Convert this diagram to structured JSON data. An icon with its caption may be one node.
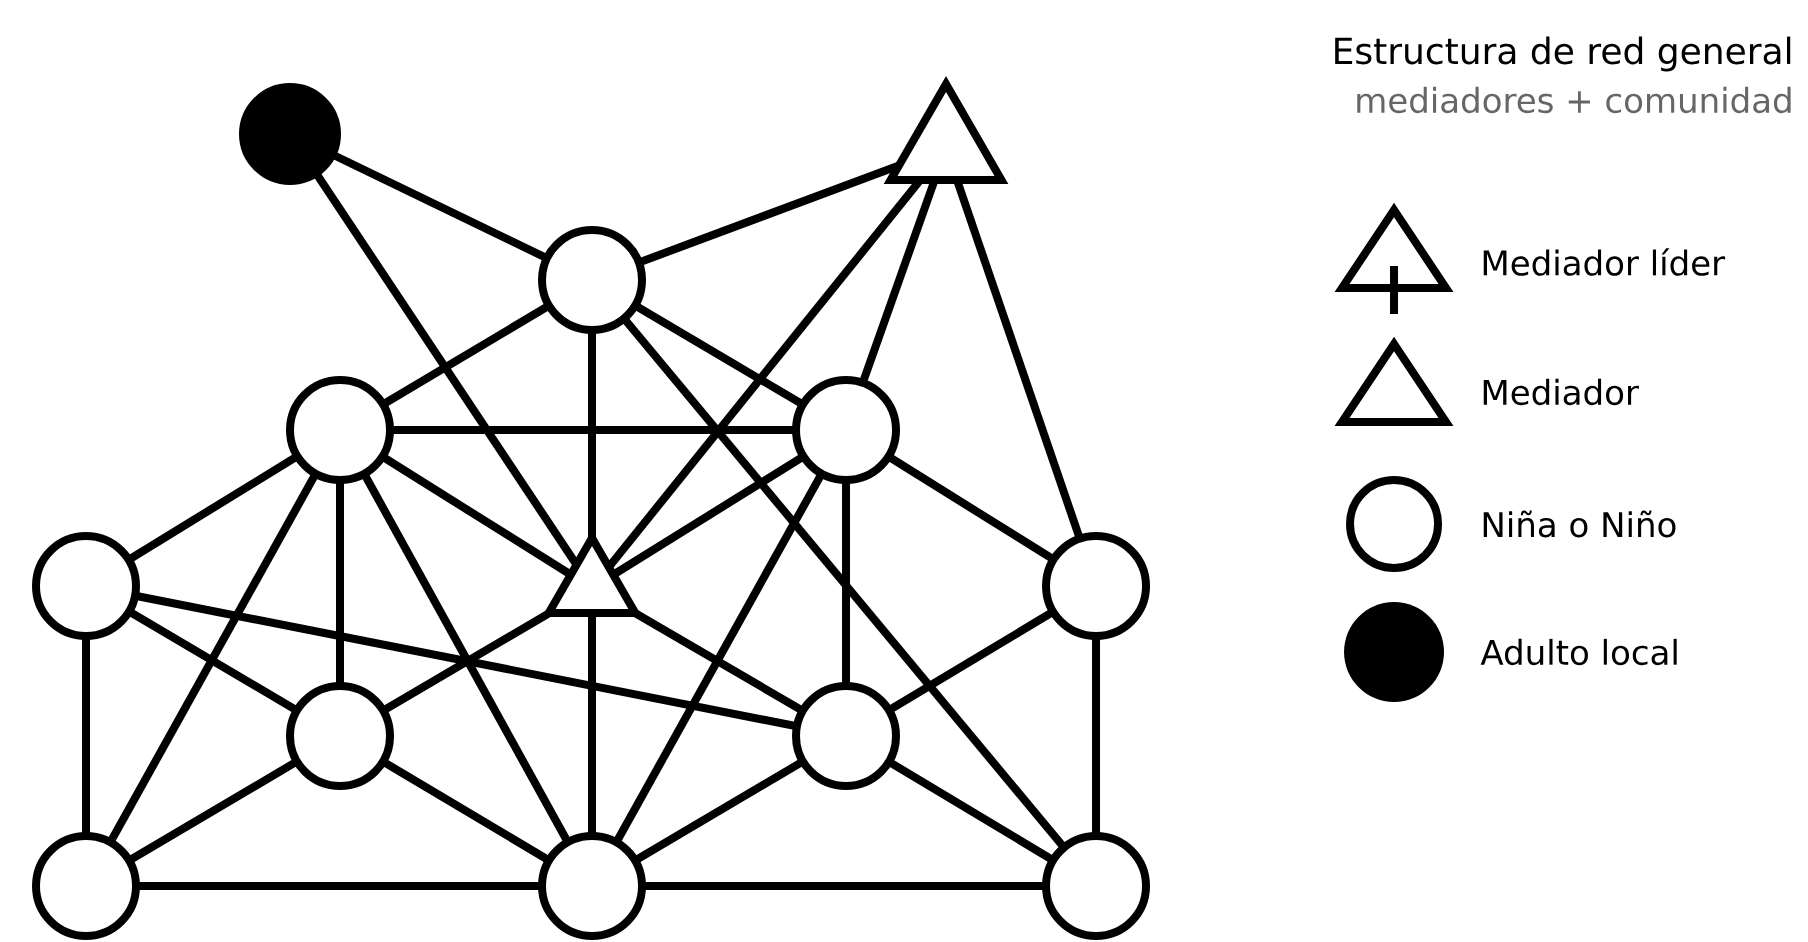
{
  "diagram": {
    "title": "Estructura de red general",
    "nodes": [
      {
        "text": [],
        "shape": "dot"
      },
      {
        "text": [],
        "shape": "triangle"
      },
      {
        "text": [],
        "shape": "circle"
      },
      {
        "text": [],
        "shape": "circle"
      },
      {
        "text": [],
        "shape": "circle"
      },
      {
        "text": [],
        "shape": "triangle"
      },
      {
        "text": [],
        "shape": "circle"
      },
      {
        "text": [],
        "shape": "circle"
      },
      {
        "text": [],
        "shape": "circle"
      },
      {
        "text": [],
        "shape": "circle"
      },
      {
        "text": [],
        "shape": "circle"
      },
      {
        "text": [],
        "shape": "circle"
      },
      {
        "text": [],
        "shape": "circle"
      }
    ],
    "edges": [
      {
        "from": 0,
        "to": 2,
        "arrow": "none"
      },
      {
        "from": 0,
        "to": 5,
        "arrow": "none"
      },
      {
        "from": 2,
        "to": 1,
        "arrow": "none"
      },
      {
        "from": 2,
        "to": 3,
        "arrow": "none"
      },
      {
        "from": 2,
        "to": 4,
        "arrow": "none"
      },
      {
        "from": 2,
        "to": 5,
        "arrow": "none"
      },
      {
        "from": 2,
        "to": 12,
        "arrow": "none"
      },
      {
        "from": 1,
        "to": 4,
        "arrow": "none"
      },
      {
        "from": 1,
        "to": 5,
        "arrow": "none"
      },
      {
        "from": 1,
        "to": 7,
        "arrow": "none"
      },
      {
        "from": 3,
        "to": 4,
        "arrow": "none"
      },
      {
        "from": 3,
        "to": 6,
        "arrow": "none"
      },
      {
        "from": 3,
        "to": 8,
        "arrow": "none"
      },
      {
        "from": 3,
        "to": 10,
        "arrow": "none"
      },
      {
        "from": 3,
        "to": 5,
        "arrow": "none"
      },
      {
        "from": 3,
        "to": 11,
        "arrow": "none"
      },
      {
        "from": 4,
        "to": 5,
        "arrow": "none"
      },
      {
        "from": 4,
        "to": 9,
        "arrow": "none"
      },
      {
        "from": 4,
        "to": 11,
        "arrow": "none"
      },
      {
        "from": 4,
        "to": 7,
        "arrow": "none"
      },
      {
        "from": 8,
        "to": 5,
        "arrow": "none"
      },
      {
        "from": 5,
        "to": 9,
        "arrow": "none"
      },
      {
        "from": 5,
        "to": 11,
        "arrow": "none"
      },
      {
        "from": 6,
        "to": 9,
        "arrow": "none"
      },
      {
        "from": 6,
        "to": 8,
        "arrow": "none"
      },
      {
        "from": 6,
        "to": 10,
        "arrow": "none"
      },
      {
        "from": 8,
        "to": 10,
        "arrow": "none"
      },
      {
        "from": 8,
        "to": 11,
        "arrow": "none"
      },
      {
        "from": 10,
        "to": 11,
        "arrow": "none"
      },
      {
        "from": 9,
        "to": 7,
        "arrow": "none"
      },
      {
        "from": 9,
        "to": 11,
        "arrow": "none"
      },
      {
        "from": 9,
        "to": 12,
        "arrow": "none"
      },
      {
        "from": 11,
        "to": 12,
        "arrow": "none"
      },
      {
        "from": 7,
        "to": 12,
        "arrow": "none"
      }
    ],
    "labels": [
      "mediadores + comunidad"
    ],
    "legend": [
      {
        "text": "Mediador líder"
      },
      {
        "text": "Mediador"
      },
      {
        "text": "Niña o Niño"
      },
      {
        "text": "Adulto local"
      }
    ]
  }
}
